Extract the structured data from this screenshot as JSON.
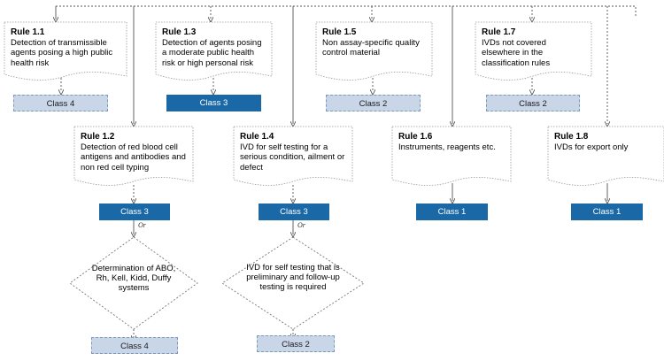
{
  "rules": [
    {
      "id": "1.1",
      "title": "Rule 1.1",
      "text": "Detection of transmissible agents posing a high public health risk"
    },
    {
      "id": "1.3",
      "title": "Rule 1.3",
      "text": "Detection of agents posing a moderate public health risk or high personal risk"
    },
    {
      "id": "1.5",
      "title": "Rule 1.5",
      "text": "Non assay-specific quality control material"
    },
    {
      "id": "1.7",
      "title": "Rule 1.7",
      "text": "IVDs not covered elsewhere in the classification rules"
    },
    {
      "id": "1.2",
      "title": "Rule 1.2",
      "text": "Detection of red blood cell antigens and antibodies and non red cell typing"
    },
    {
      "id": "1.4",
      "title": "Rule 1.4",
      "text": "IVD for self testing for a serious condition, ailment or defect"
    },
    {
      "id": "1.6",
      "title": "Rule 1.6",
      "text": "Instruments, reagents etc."
    },
    {
      "id": "1.8",
      "title": "Rule 1.8",
      "text": "IVDs for export only"
    }
  ],
  "classes": [
    {
      "for": "1.1",
      "label": "Class 4",
      "style": "light"
    },
    {
      "for": "1.3",
      "label": "Class 3",
      "style": "dark"
    },
    {
      "for": "1.5",
      "label": "Class 2",
      "style": "light"
    },
    {
      "for": "1.7",
      "label": "Class 2",
      "style": "light"
    },
    {
      "for": "1.2",
      "label": "Class 3",
      "style": "dark"
    },
    {
      "for": "1.4",
      "label": "Class 3",
      "style": "dark"
    },
    {
      "for": "1.6",
      "label": "Class 1",
      "style": "dark"
    },
    {
      "for": "1.8",
      "label": "Class 1",
      "style": "dark"
    }
  ],
  "decisions": [
    {
      "for": "1.2",
      "text": "Determination of ABO, Rh, Kell, Kidd, Duffy systems",
      "or_label": "Or",
      "result": "Class 4",
      "result_style": "light"
    },
    {
      "for": "1.4",
      "text": "IVD for self testing that is preliminary and follow-up testing is required",
      "or_label": "Or",
      "result": "Class 2",
      "result_style": "light"
    }
  ]
}
